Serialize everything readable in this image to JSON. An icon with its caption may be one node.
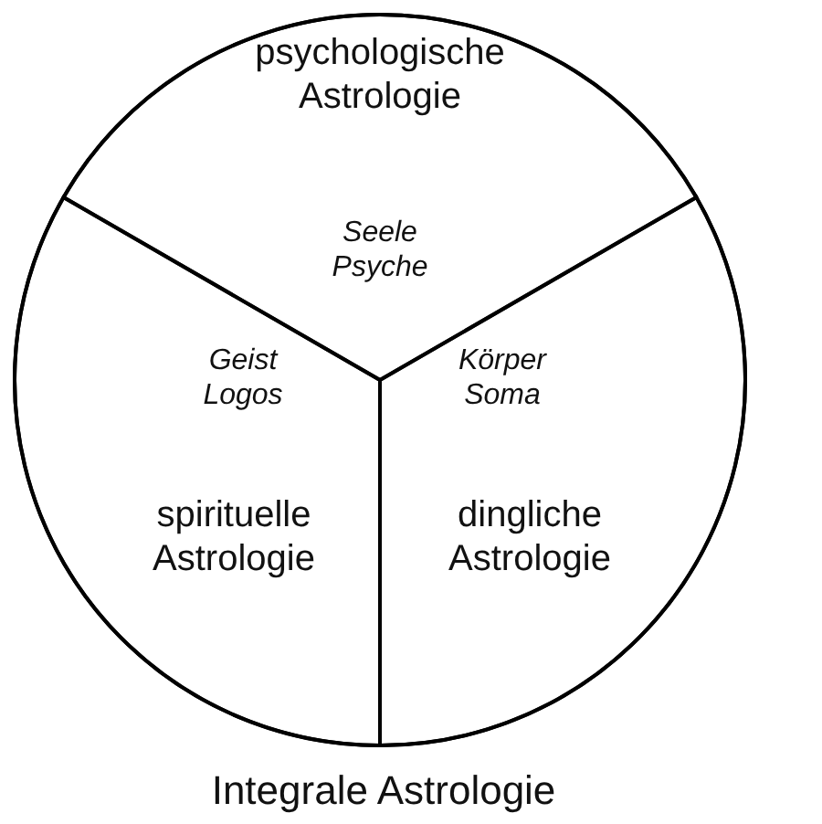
{
  "diagram": {
    "nodes": [
      {
        "text": [
          "Integrale Astrologie"
        ]
      },
      {
        "text": [
          "psychologische Astrologie",
          "Seele Psyche"
        ],
        "in": 0
      },
      {
        "text": [
          "Geist Logos",
          "spirituelle Astrologie"
        ],
        "in": 0
      },
      {
        "text": [
          "Körper Soma",
          "dingliche Astrologie"
        ],
        "in": 0
      }
    ]
  }
}
